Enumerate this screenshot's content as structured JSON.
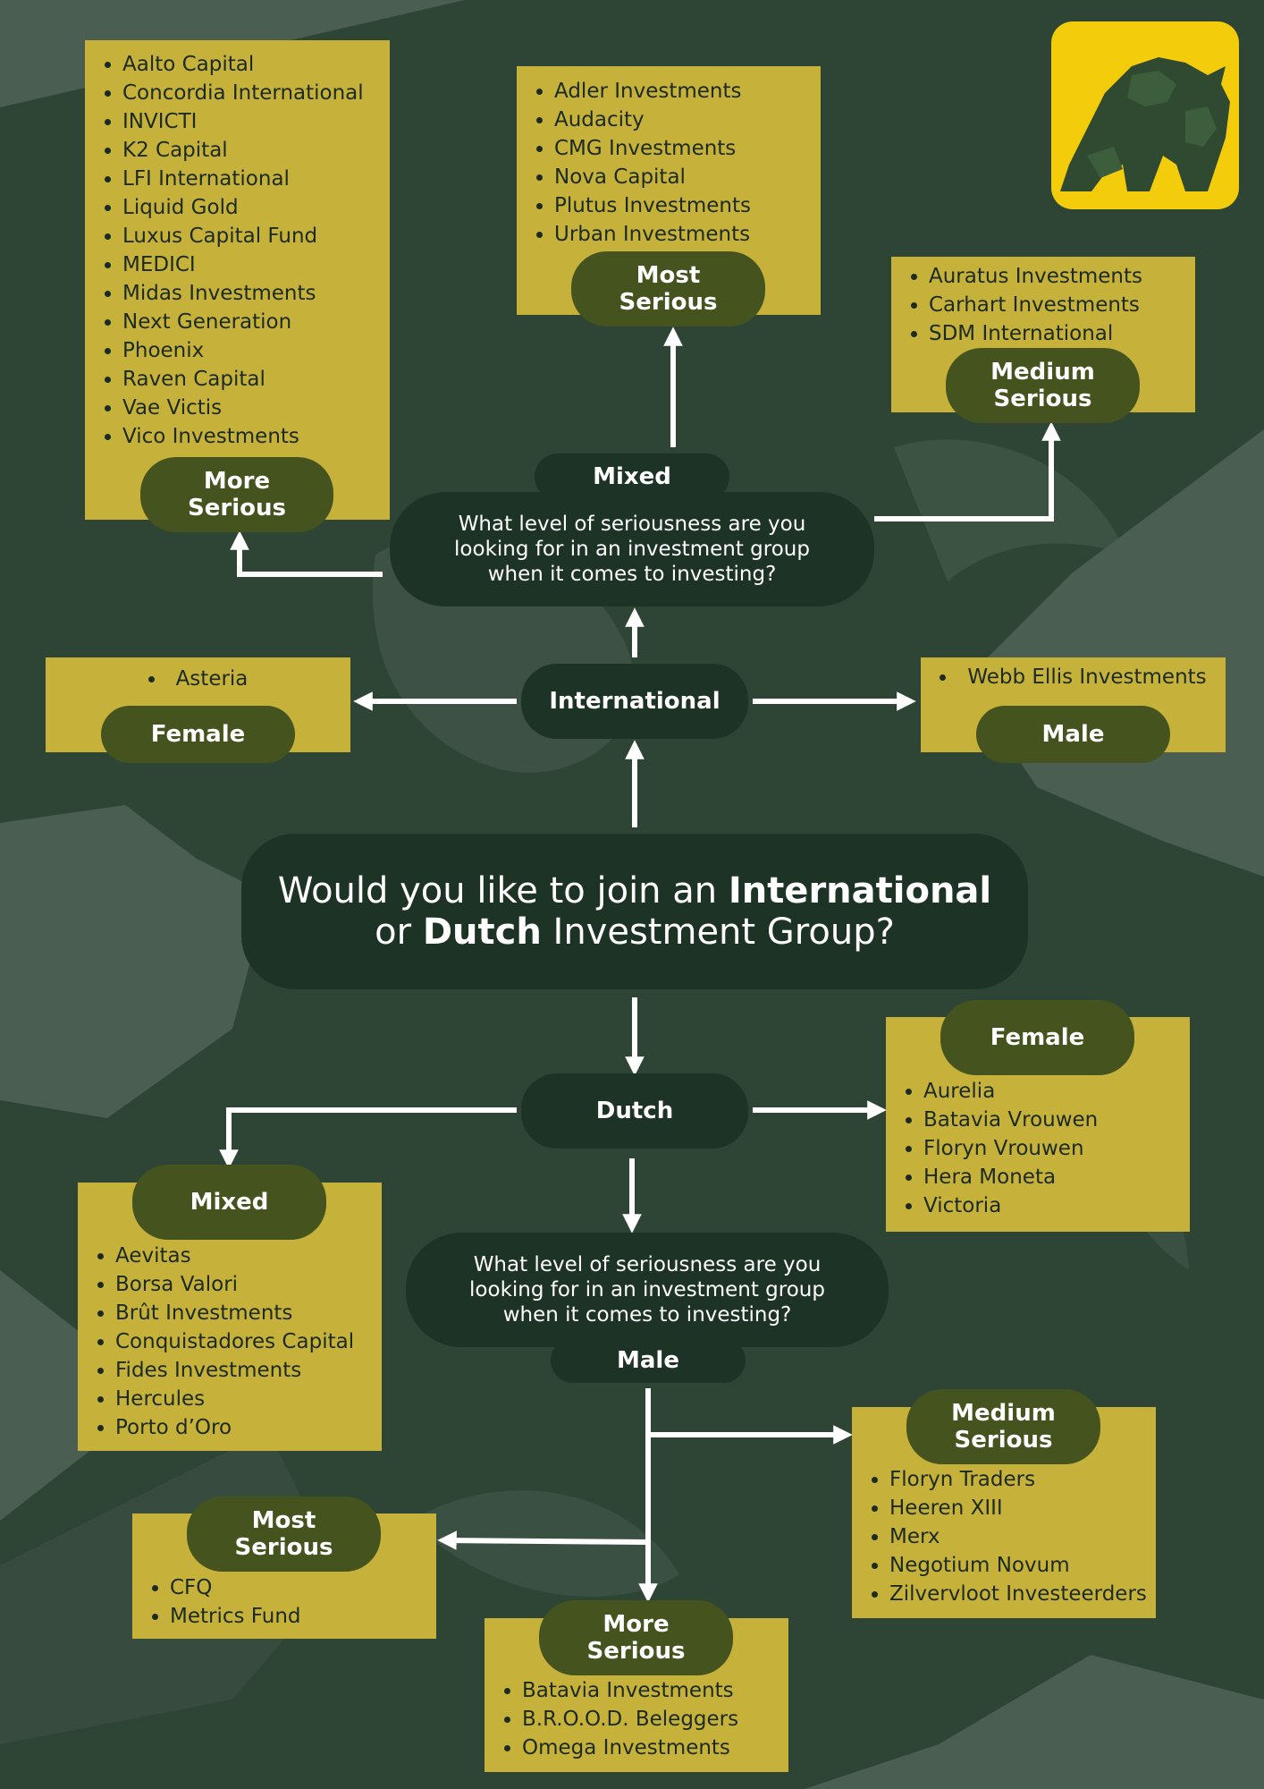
{
  "main_question": {
    "part1": "Would you like to join an ",
    "international": "International",
    "part2": "or ",
    "dutch": "Dutch",
    "part3": " Investment Group?"
  },
  "international": {
    "label": "International",
    "female": {
      "label": "Female",
      "items": [
        "Asteria"
      ]
    },
    "male": {
      "label": "Male",
      "items": [
        "Webb Ellis Investments"
      ]
    },
    "mixed": {
      "label": "Mixed",
      "question": "What level of seriousness are you looking for in an investment group when it comes to investing?",
      "more_serious": {
        "label": "More Serious",
        "items": [
          "Aalto Capital",
          "Concordia International",
          "INVICTI",
          "K2 Capital",
          "LFI International",
          "Liquid Gold",
          "Luxus Capital Fund",
          "MEDICI",
          "Midas Investments",
          "Next Generation",
          "Phoenix",
          "Raven Capital",
          "Vae Victis",
          "Vico Investments"
        ]
      },
      "most_serious": {
        "label": "Most Serious",
        "items": [
          "Adler Investments",
          "Audacity",
          "CMG Investments",
          "Nova Capital",
          "Plutus Investments",
          "Urban Investments"
        ]
      },
      "medium_serious": {
        "label": "Medium Serious",
        "items": [
          "Auratus Investments",
          "Carhart Investments",
          "SDM International"
        ]
      }
    }
  },
  "dutch": {
    "label": "Dutch",
    "female": {
      "label": "Female",
      "items": [
        "Aurelia",
        "Batavia Vrouwen",
        "Floryn Vrouwen",
        "Hera Moneta",
        "Victoria"
      ]
    },
    "mixed": {
      "label": "Mixed",
      "items": [
        "Aevitas",
        "Borsa Valori",
        "Brût Investments",
        "Conquistadores Capital",
        "Fides Investments",
        "Hercules",
        "Porto d’Oro"
      ]
    },
    "male": {
      "label": "Male",
      "question": "What level of seriousness are you looking for in an investment group when it comes to investing?",
      "medium_serious": {
        "label": "Medium Serious",
        "items": [
          "Floryn Traders",
          "Heeren XIII",
          "Merx",
          "Negotium Novum",
          "Zilvervloot Investeerders"
        ]
      },
      "most_serious": {
        "label": "Most Serious",
        "items": [
          "CFQ",
          "Metrics Fund"
        ]
      },
      "more_serious": {
        "label": "More Serious",
        "items": [
          "Batavia Investments",
          "B.R.O.O.D. Beleggers",
          "Omega Investments"
        ]
      }
    }
  },
  "logo": {
    "icon": "bull-and-bear-icon"
  },
  "colors": {
    "background": "#4a5f52",
    "silhouette": "#2e4435",
    "box_yellow": "#c6b23b",
    "pill_olive": "#45531f",
    "pill_dark": "#1d3326",
    "logo_bg": "#f3cc0c",
    "arrow": "#ffffff"
  }
}
